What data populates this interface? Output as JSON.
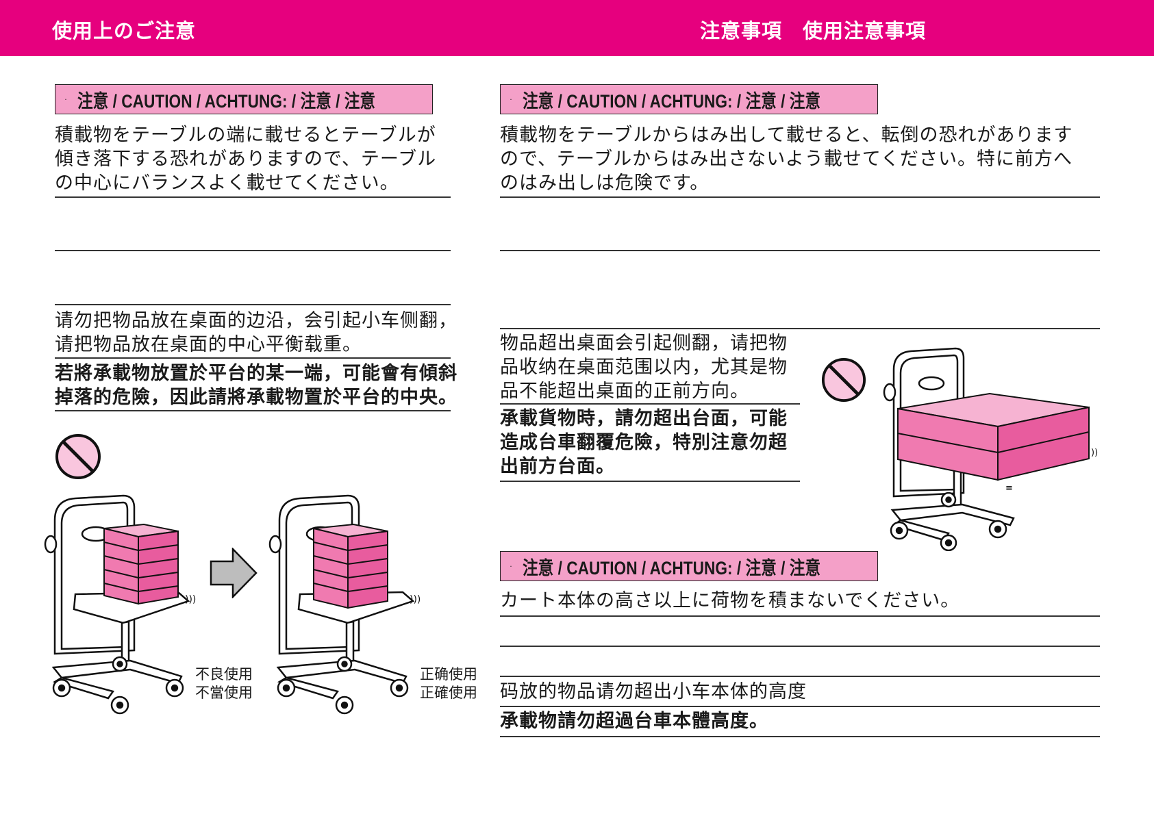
{
  "header": {
    "left_title": "使用上のご注意",
    "right_title": "注意事項　使用注意事項"
  },
  "caution_label": "注意 / CAUTION / ACHTUNG: / 注意 / 注意",
  "left": {
    "ja": [
      "積載物をテーブルの端に載せるとテーブルが",
      "傾き落下する恐れがありますので、テーブル",
      "の中心にバランスよく載せてください。"
    ],
    "zh_s": [
      "请勿把物品放在桌面的边沿，会引起小车侧翻，",
      "请把物品放在桌面的中心平衡载重。"
    ],
    "zh_t": [
      "若將承載物放置於平台的某一端，可能會有傾斜",
      "掉落的危險，因此請將承載物置於平台的中央。"
    ],
    "bad_label": [
      "不良使用",
      "不當使用"
    ],
    "good_label": [
      "正确使用",
      "正確使用"
    ]
  },
  "right": {
    "ja": [
      "積載物をテーブルからはみ出して載せると、転倒の恐れがあります",
      "ので、テーブルからはみ出さないよう載せてください。特に前方へ",
      "のはみ出しは危険です。"
    ],
    "zh_s": [
      "物品超出桌面会引起侧翻，请把物",
      "品收纳在桌面范围以内，尤其是物",
      "品不能超出桌面的正前方向。"
    ],
    "zh_t": [
      "承載貨物時，請勿超出台面，可能",
      "造成台車翻覆危險，特別注意勿超",
      "出前方台面。"
    ],
    "ja2": "カート本体の高さ以上に荷物を積まないでください。",
    "zh_s2": "码放的物品请勿超出小车本体的高度",
    "zh_t2": "承載物請勿超過台車本體高度。"
  },
  "colors": {
    "header": "#e6007e",
    "caution_fill": "#f4a0c8",
    "box_pink": "#f07ab0",
    "prohibit_fill": "#f9c6de"
  }
}
